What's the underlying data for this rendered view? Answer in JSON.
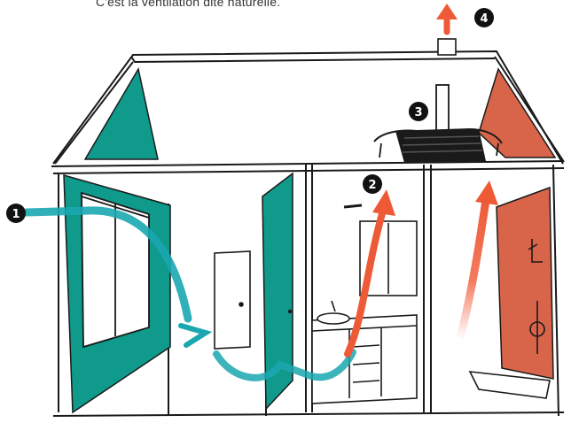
{
  "caption": "C'est la ventilation dite naturelle.",
  "markers": [
    {
      "num": "1",
      "label": "air-inlet"
    },
    {
      "num": "2",
      "label": "air-extraction"
    },
    {
      "num": "3",
      "label": "ventilation-unit"
    },
    {
      "num": "4",
      "label": "air-outlet"
    }
  ],
  "colors": {
    "teal": "#0f9a8c",
    "coral": "#d8654a",
    "arrow_teal": "#1aa7b0",
    "arrow_orange": "#ef5a36",
    "ink": "#1a1a1a"
  }
}
